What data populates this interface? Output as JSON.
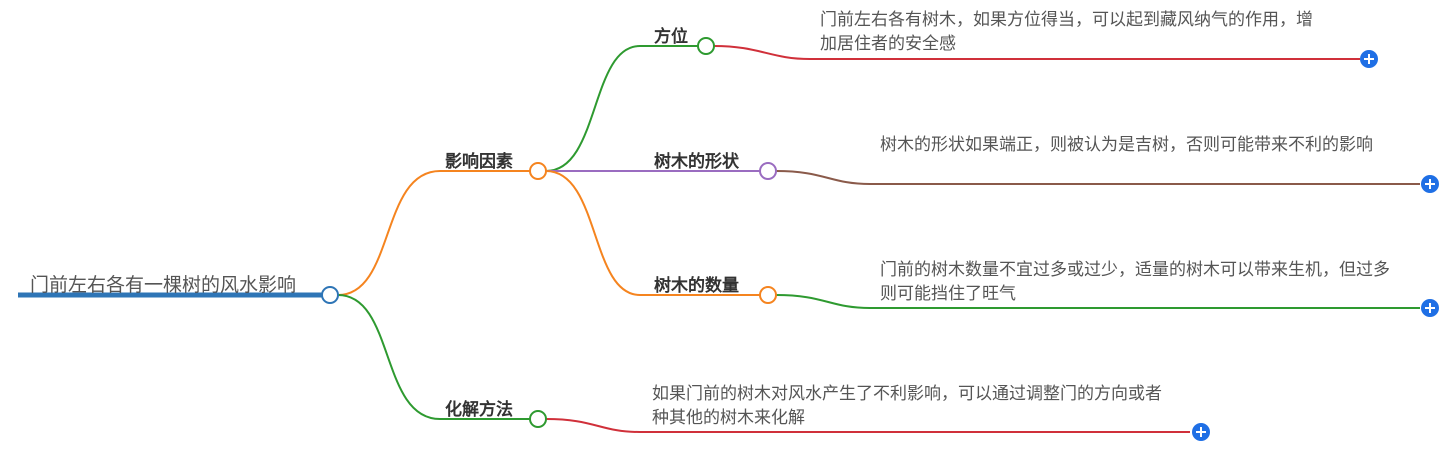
{
  "root": {
    "label": "门前左右各有一棵树的风水影响"
  },
  "branches": [
    {
      "label": "影响因素",
      "children": [
        {
          "label": "方位",
          "detail": "门前左右各有树木，如果方位得当，可以起到藏风纳气的作用，增加居住者的安全感"
        },
        {
          "label": "树木的形状",
          "detail": "树木的形状如果端正，则被认为是吉树，否则可能带来不利的影响"
        },
        {
          "label": "树木的数量",
          "detail": "门前的树木数量不宜过多或过少，适量的树木可以带来生机，但过多则可能挡住了旺气"
        }
      ]
    },
    {
      "label": "化解方法",
      "children": [
        {
          "detail": "如果门前的树木对风水产生了不利影响，可以通过调整门的方向或者种其他的树木来化解"
        }
      ]
    }
  ],
  "colors": {
    "root": "#2e75b6",
    "orange": "#f5841f",
    "green": "#2e9a30",
    "purple": "#9a6cc0",
    "red": "#d0303a",
    "brown": "#8a5a4a",
    "plus": "#1f6fe5"
  }
}
